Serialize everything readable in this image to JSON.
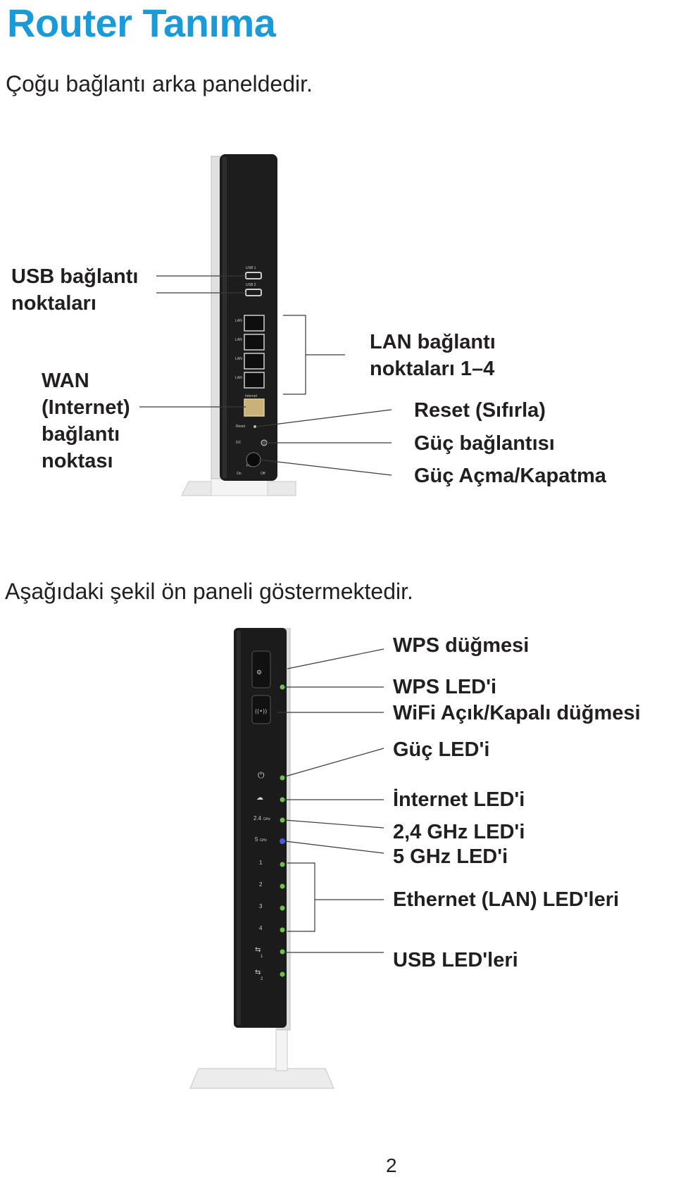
{
  "title": "Router Tanıma",
  "back_panel": {
    "intro": "Çoğu bağlantı arka paneldedir.",
    "labels": {
      "usb_line1": "USB bağlantı",
      "usb_line2": "noktaları",
      "wan_line1": "WAN",
      "wan_line2": "(Internet)",
      "wan_line3": "bağlantı",
      "wan_line4": "noktası",
      "lan_line1": "LAN bağlantı",
      "lan_line2": "noktaları 1–4",
      "reset": "Reset (Sıfırla)",
      "power_port": "Güç bağlantısı",
      "power_switch": "Güç Açma/Kapatma"
    },
    "device_text": {
      "usb1": "USB 1",
      "usb2": "USB 2",
      "lan": "LAN",
      "internet": "Internet",
      "reset": "Reset",
      "dc": "DC",
      "power": "Power",
      "on": "On",
      "off": "Off"
    }
  },
  "front_panel": {
    "intro": "Aşağıdaki şekil ön paneli göstermektedir.",
    "labels": {
      "wps_button": "WPS düğmesi",
      "wps_led": "WPS LED'i",
      "wifi_button": "WiFi Açık/Kapalı düğmesi",
      "power_led": "Güç LED'i",
      "internet_led": "İnternet LED'i",
      "ghz24_led": "2,4 GHz LED'i",
      "ghz5_led": "5 GHz LED'i",
      "ethernet_leds": "Ethernet (LAN) LED'leri",
      "usb_leds": "USB LED'leri"
    },
    "device_text": {
      "ghz24": "2.4",
      "ghz5": "5",
      "ghz_unit": "GHz",
      "lan1": "1",
      "lan2": "2",
      "lan3": "3",
      "lan4": "4",
      "usb1": "1",
      "usb2": "2"
    },
    "led_colors": {
      "green": "#6cc24a",
      "blue": "#4a5bd8"
    }
  },
  "page_number": "2"
}
